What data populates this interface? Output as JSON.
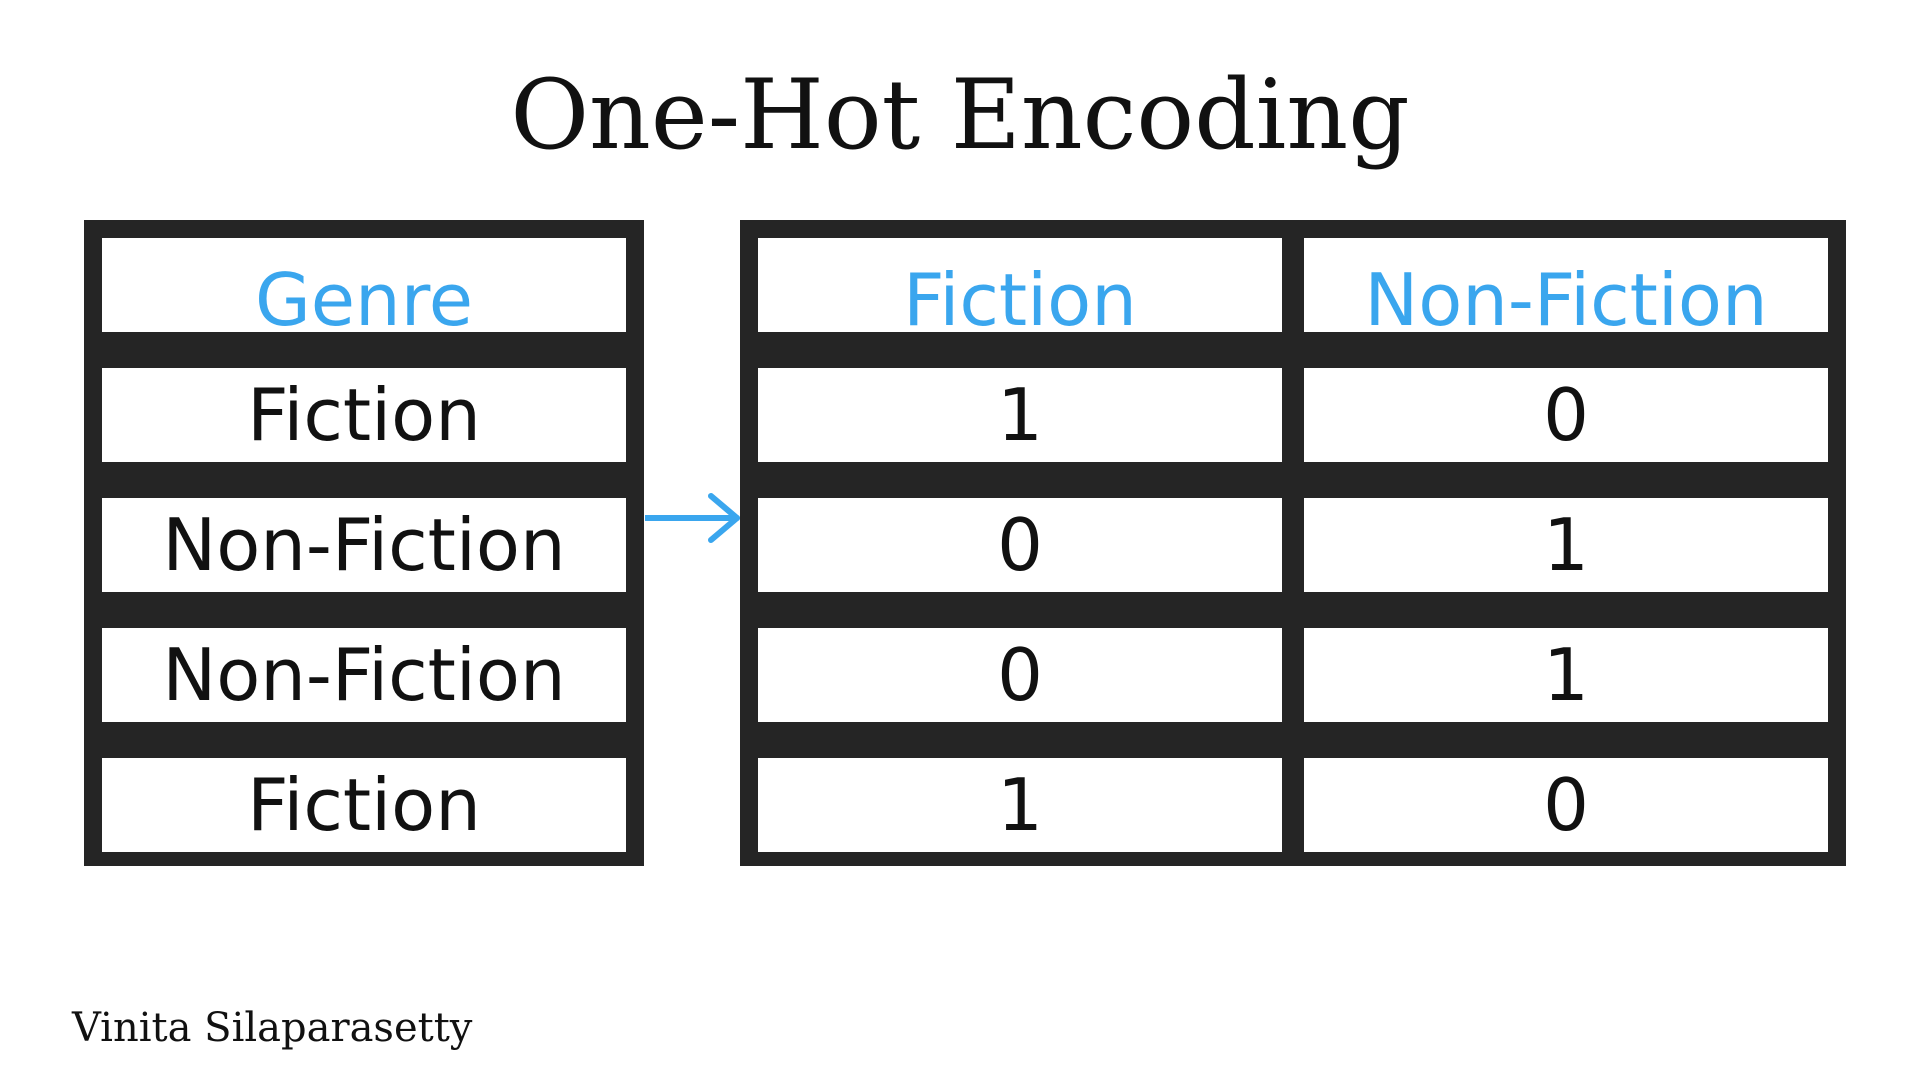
{
  "title": "One-Hot Encoding",
  "left_table": {
    "header": "Genre",
    "rows": [
      "Fiction",
      "Non-Fiction",
      "Non-Fiction",
      "Fiction"
    ]
  },
  "right_table": {
    "headers": [
      "Fiction",
      "Non-Fiction"
    ],
    "rows": [
      [
        "1",
        "0"
      ],
      [
        "0",
        "1"
      ],
      [
        "0",
        "1"
      ],
      [
        "1",
        "0"
      ]
    ]
  },
  "credit": "Vinita Silaparasetty",
  "colors": {
    "header_text": "#3aa6ee",
    "arrow": "#3aa6ee",
    "grid": "#252525",
    "text": "#111111"
  },
  "icons": {
    "arrow": "arrow-right-icon"
  }
}
